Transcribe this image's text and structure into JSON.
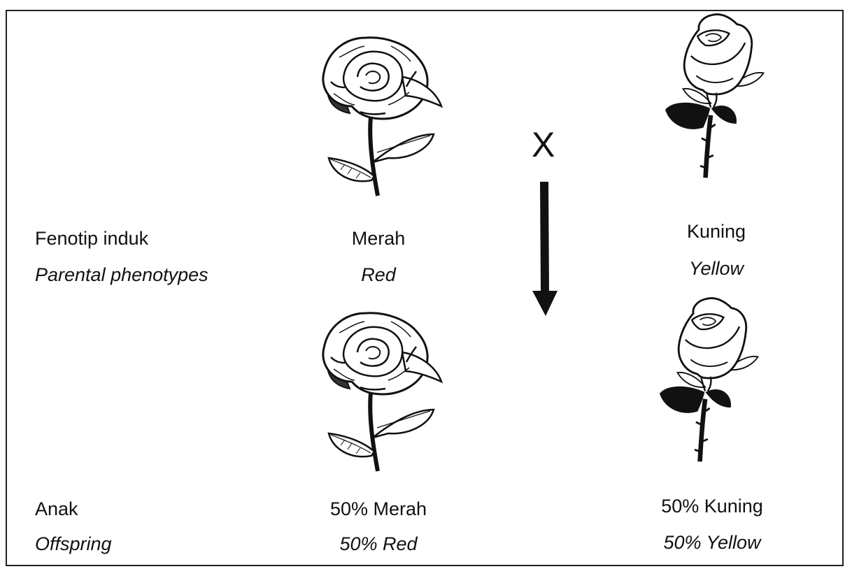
{
  "cross_symbol": "X",
  "rows": {
    "parents": {
      "label": "Fenotip induk",
      "label_en": "Parental phenotypes",
      "red": "Merah",
      "red_en": "Red",
      "yellow": "Kuning",
      "yellow_en": "Yellow"
    },
    "offspring": {
      "label": "Anak",
      "label_en": "Offspring",
      "red": "50% Merah",
      "red_en": "50% Red",
      "yellow": "50% Kuning",
      "yellow_en": "50% Yellow"
    }
  },
  "images": {
    "red_rose": "red-rose-illustration",
    "yellow_rose": "yellow-rose-illustration"
  }
}
